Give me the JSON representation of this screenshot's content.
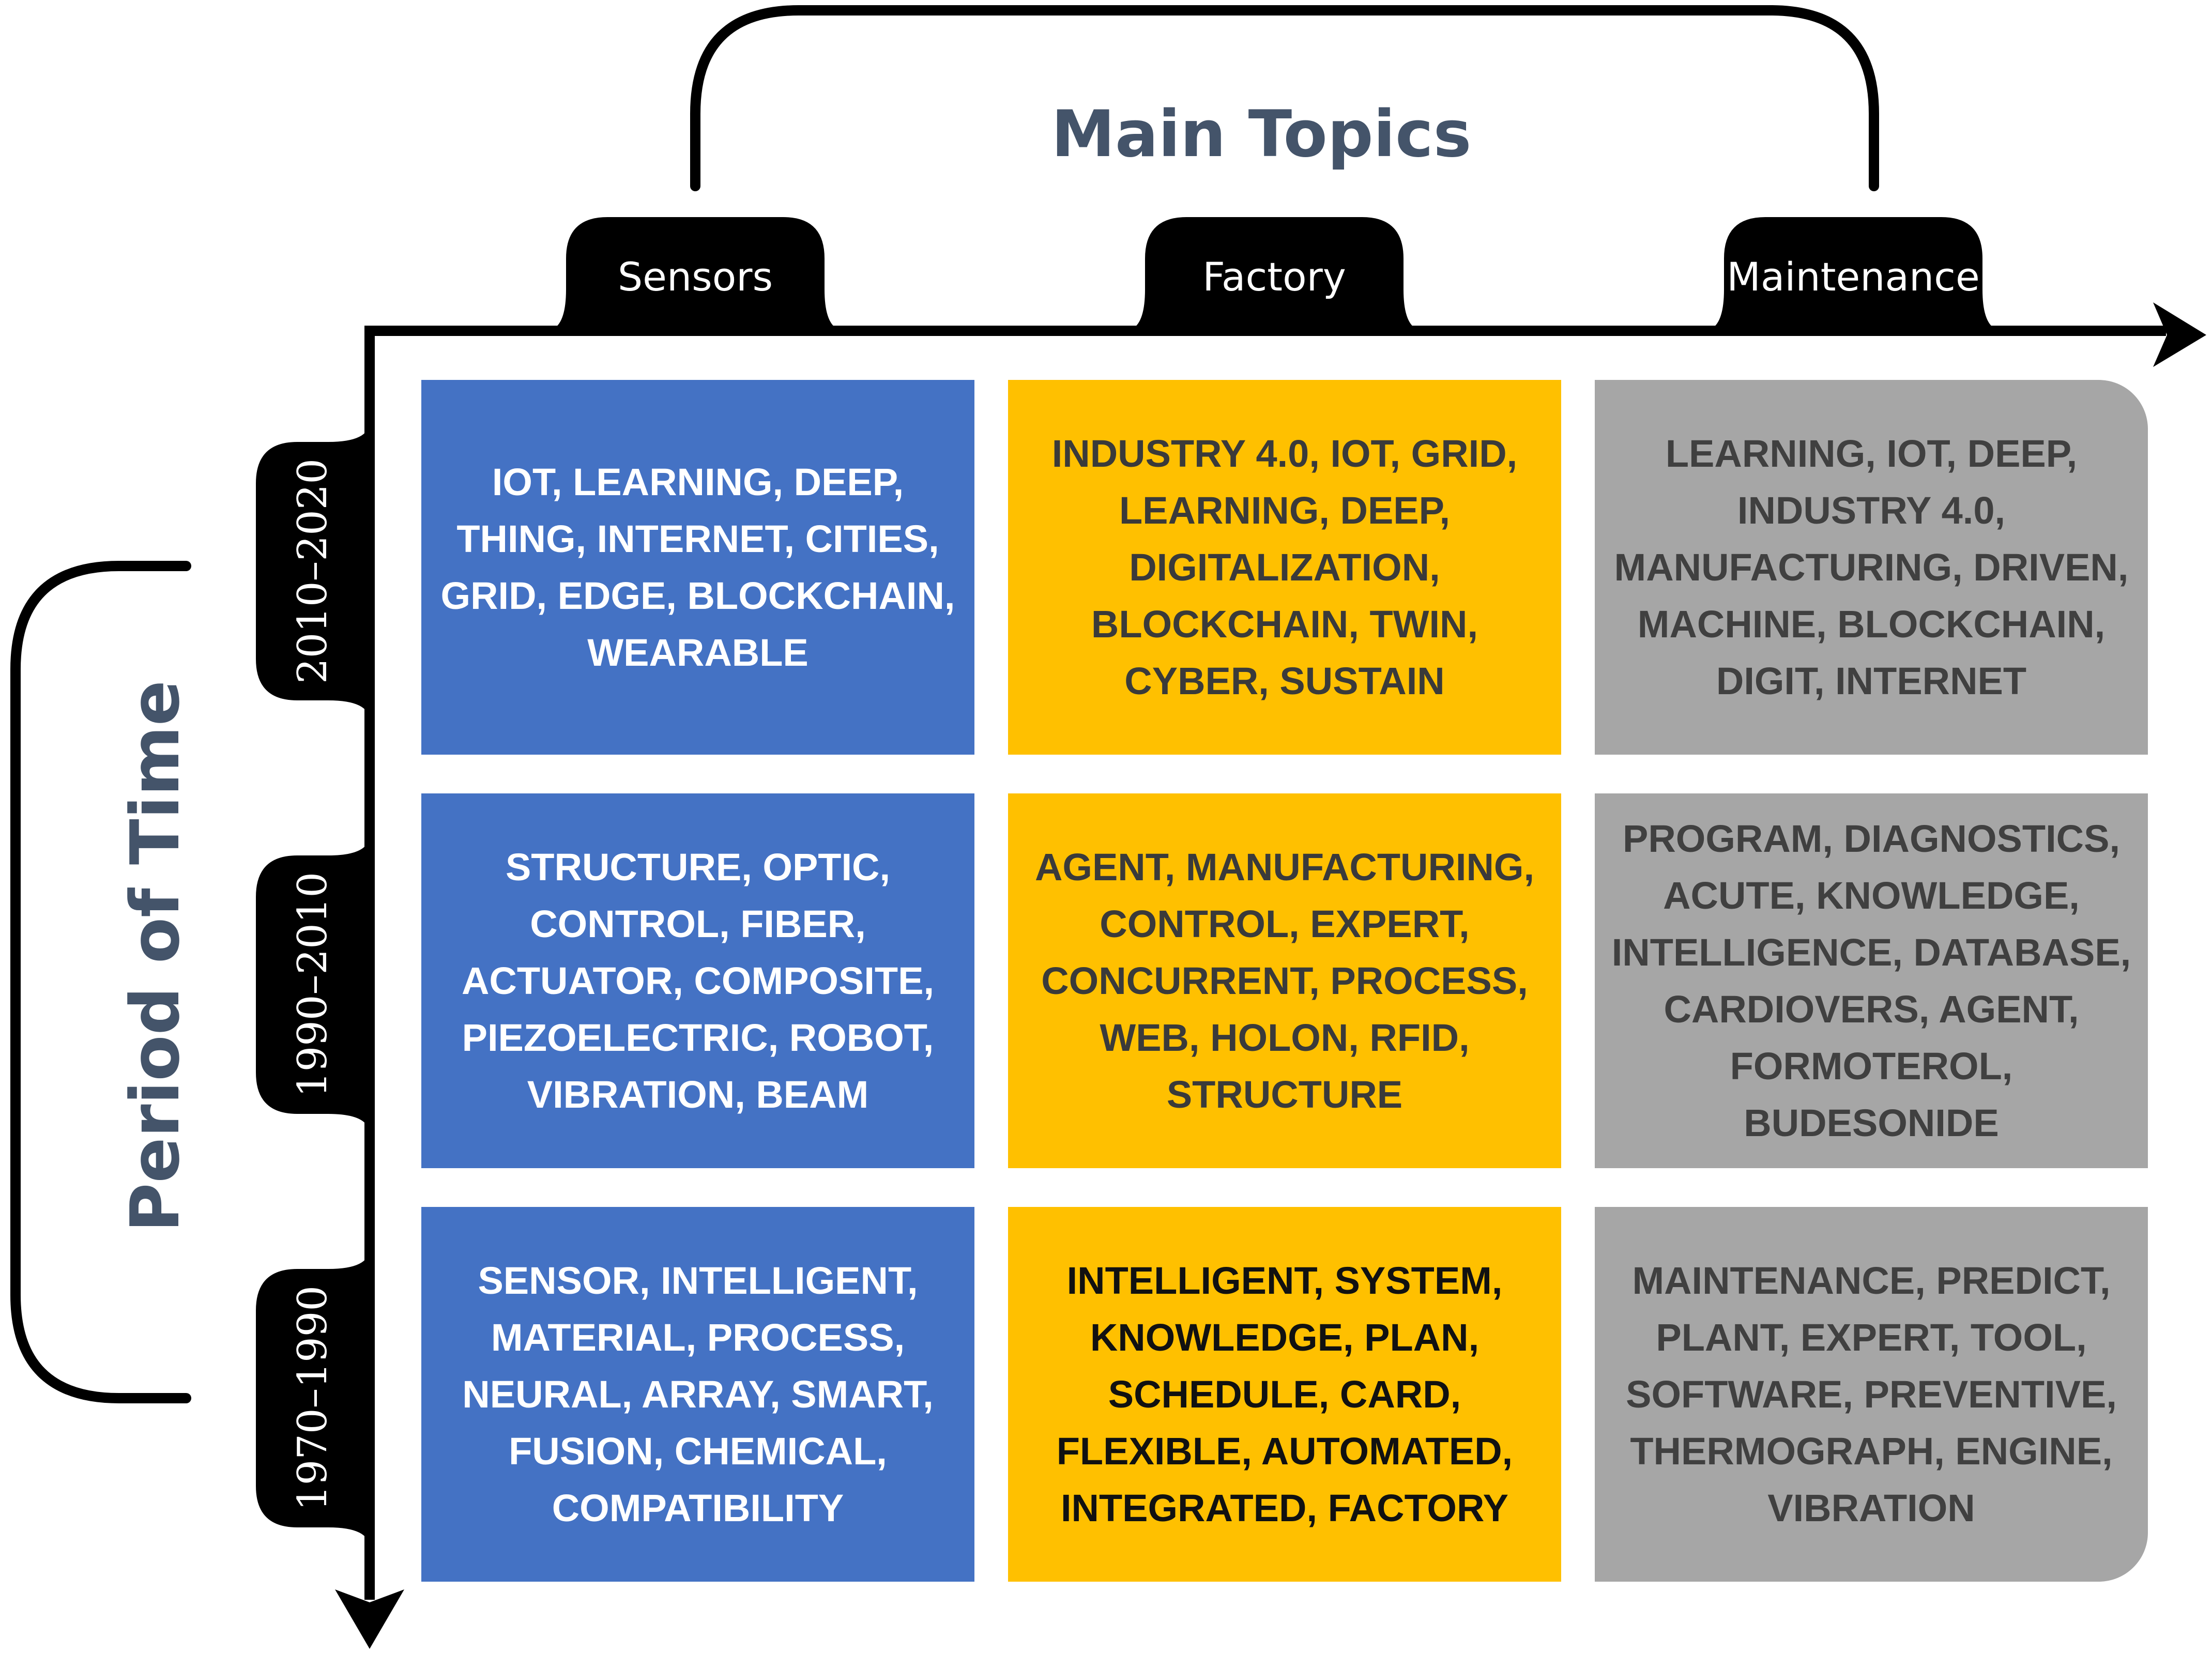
{
  "title": "Main Topics",
  "y_title": "Period of Time",
  "columns": [
    {
      "label": "Sensors"
    },
    {
      "label": "Factory"
    },
    {
      "label": "Maintenance"
    }
  ],
  "rows": [
    {
      "label": "2010–2020"
    },
    {
      "label": "1990–2010"
    },
    {
      "label": "1970–1990"
    }
  ],
  "cells": [
    [
      {
        "text": "IOT, LEARNING, DEEP, THING, INTERNET, CITIES, GRID, EDGE, BLOCKCHAIN, WEARABLE"
      },
      {
        "text": "INDUSTRY 4.0, IOT, GRID, LEARNING, DEEP, DIGITALIZATION, BLOCKCHAIN, TWIN, CYBER, SUSTAIN"
      },
      {
        "text": "LEARNING, IOT, DEEP, INDUSTRY 4.0, MANUFACTURING, DRIVEN, MACHINE, BLOCKCHAIN, DIGIT, INTERNET"
      }
    ],
    [
      {
        "text": "STRUCTURE, OPTIC, CONTROL, FIBER, ACTUATOR, COMPOSITE, PIEZOELECTRIC, ROBOT, VIBRATION, BEAM"
      },
      {
        "text": "AGENT, MANUFACTURING, CONTROL, EXPERT, CONCURRENT, PROCESS, WEB, HOLON, RFID, STRUCTURE"
      },
      {
        "text": "PROGRAM, DIAGNOSTICS, ACUTE, KNOWLEDGE, INTELLIGENCE, DATABASE, CARDIOVERS, AGENT, FORMOTEROL, BUDESONIDE"
      }
    ],
    [
      {
        "text": "SENSOR, INTELLIGENT, MATERIAL, PROCESS, NEURAL, ARRAY, SMART, FUSION, CHEMICAL, COMPATIBILITY"
      },
      {
        "text": "INTELLIGENT, SYSTEM, KNOWLEDGE, PLAN, SCHEDULE, CARD, FLEXIBLE, AUTOMATED, INTEGRATED, FACTORY"
      },
      {
        "text": "MAINTENANCE, PREDICT, PLANT, EXPERT, TOOL, SOFTWARE, PREVENTIVE, THERMOGRAPH, ENGINE, VIBRATION"
      }
    ]
  ],
  "colors": {
    "sensors": "#4472c4",
    "factory": "#ffc000",
    "maintenance": "#a6a6a6",
    "title_text": "#44546a",
    "axis": "#000000"
  }
}
